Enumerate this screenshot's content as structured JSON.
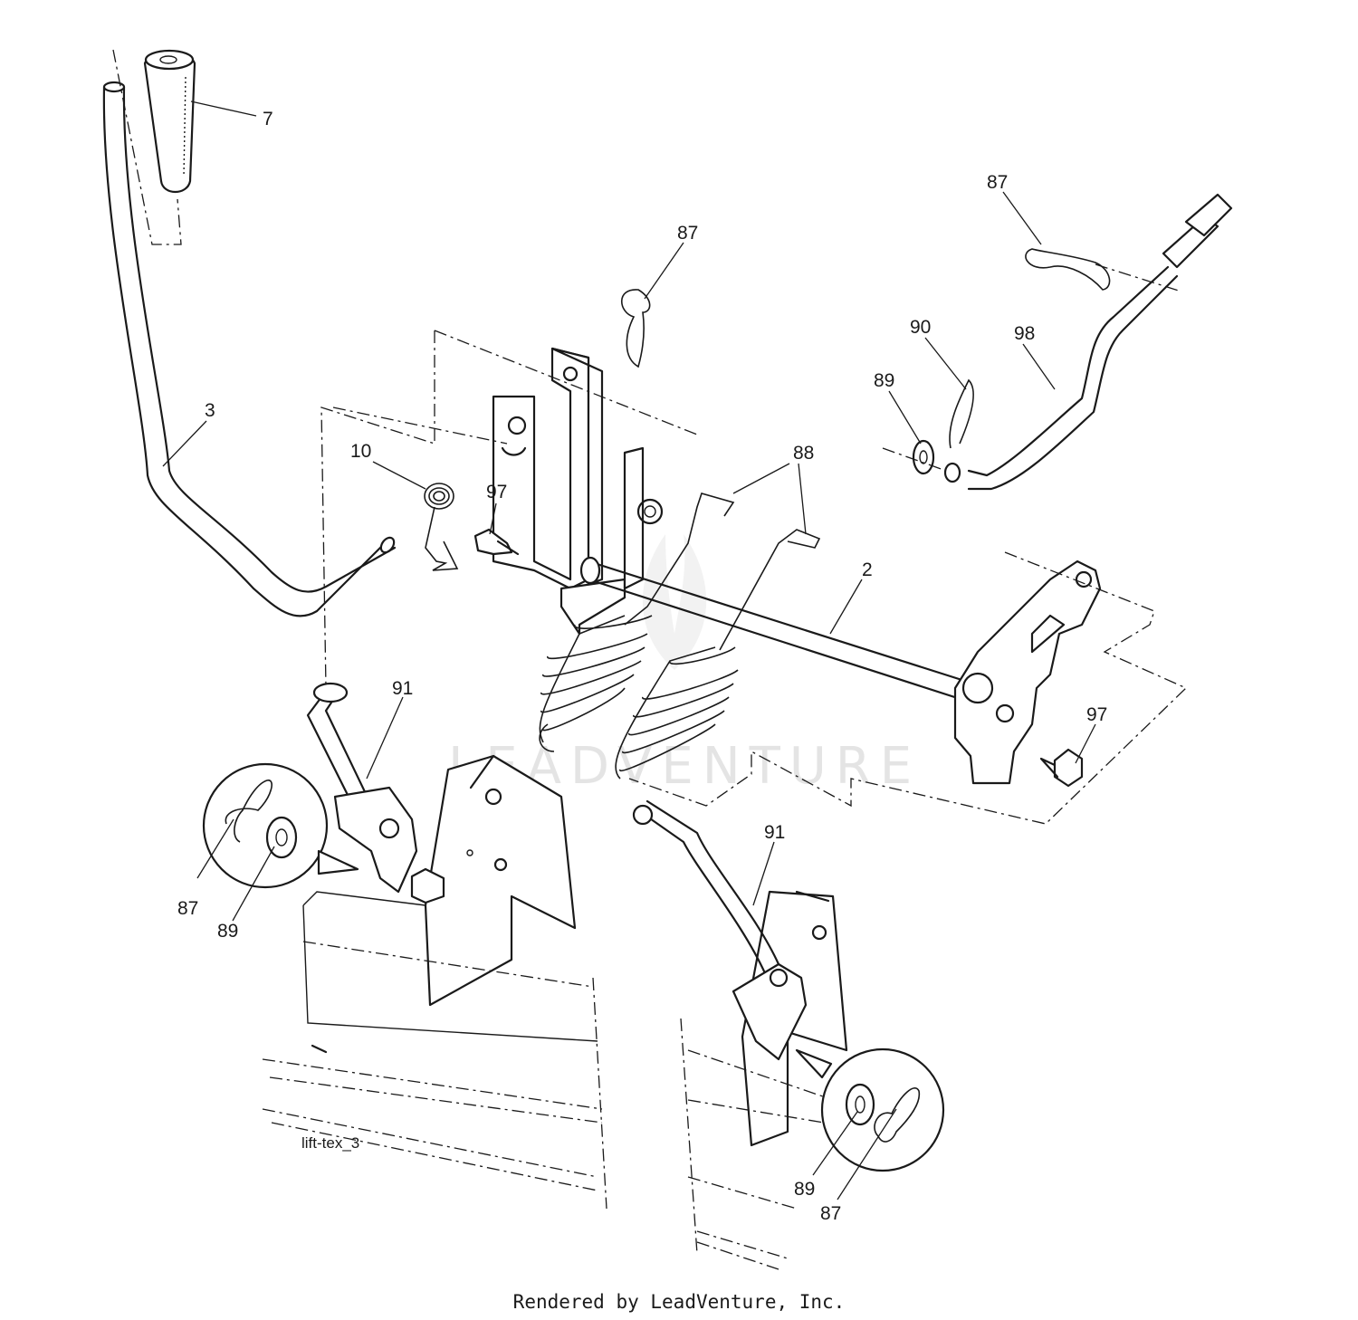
{
  "diagram": {
    "drawing_code": "lift-tex_3",
    "watermark": "LEADVENTURE",
    "footer": "Rendered by LeadVenture, Inc.",
    "callouts": {
      "c7": "7",
      "c3": "3",
      "c10": "10",
      "c97a": "97",
      "c87a": "87",
      "c88": "88",
      "c2": "2",
      "c87b": "87",
      "c90": "90",
      "c89a": "89",
      "c98": "98",
      "c97b": "97",
      "c91a": "91",
      "c87c": "87",
      "c89b": "89",
      "c91b": "91",
      "c89c": "89",
      "c87d": "87"
    }
  }
}
